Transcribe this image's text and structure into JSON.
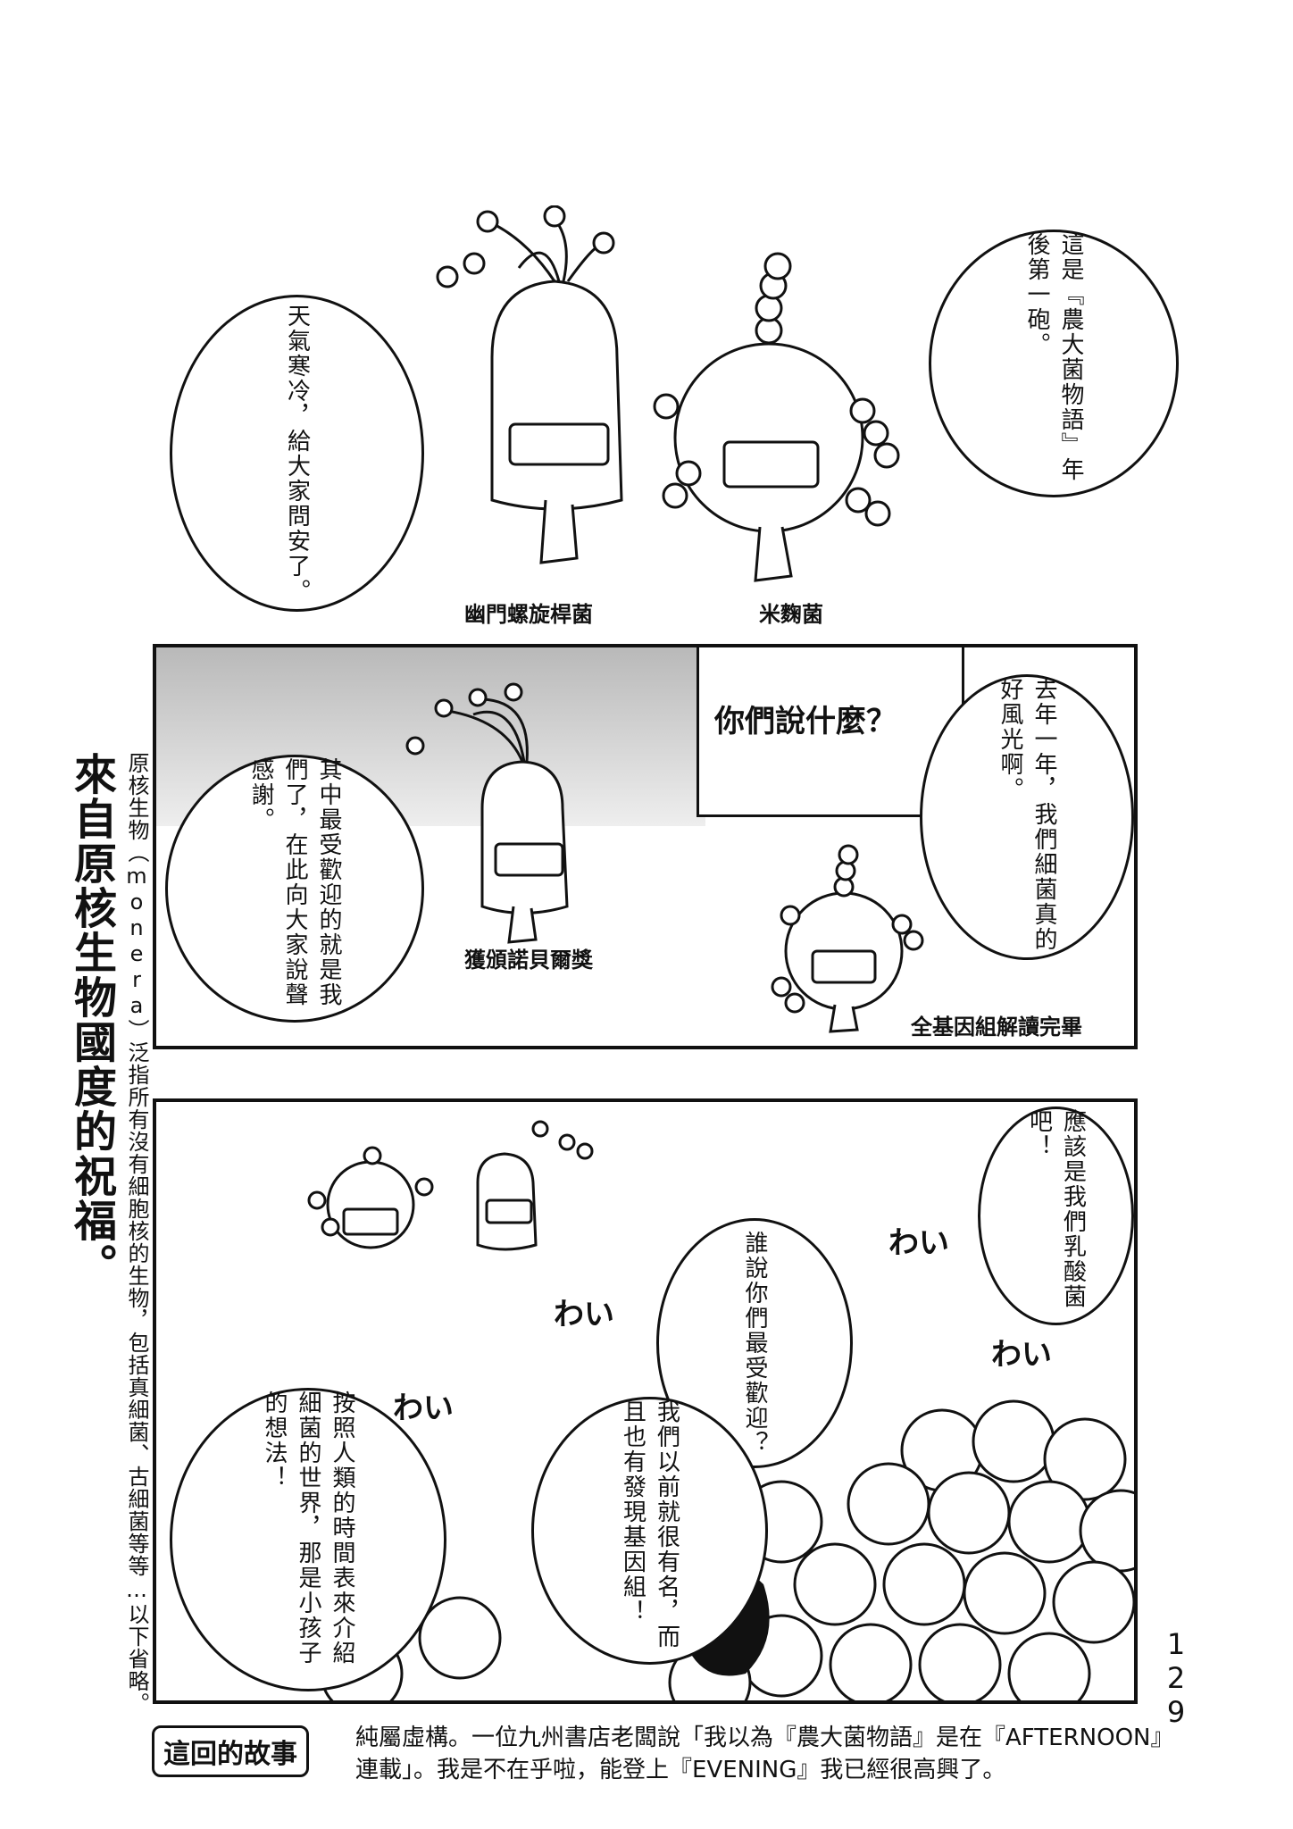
{
  "panel1": {
    "bubble_left": "天氣寒冷，給大家問安了。",
    "bubble_right": "這是『農大菌物語』年後第一砲。",
    "label_left": "幽門螺旋桿菌",
    "label_right": "米麴菌"
  },
  "panel2": {
    "bubble_left": "其中最受歡迎的就是我們了，在此向大家說聲感謝。",
    "bubble_right": "去年一年，我們細菌真的好風光啊。",
    "shout": "你們說什麼？",
    "label_left": "獲頒諾貝爾獎",
    "label_right": "全基因組解讀完畢"
  },
  "panel3": {
    "bubble_top_right": "應該是我們乳酸菌吧！",
    "bubble_middle": "誰說你們最受歡迎？",
    "bubble_bottom_left": "按照人類的時間表來介紹細菌的世界，那是小孩子的想法！",
    "bubble_bottom_center": "我們以前就很有名，而且也有發現基因組！",
    "sfx": [
      "わい",
      "わい",
      "わい",
      "わい"
    ]
  },
  "side": {
    "title": "來自原核生物國度的祝福。",
    "note": "原核生物（monera）泛指所有沒有細胞核的生物，包括真細菌、古細菌等等…以下省略。"
  },
  "page_number": "129",
  "footer": {
    "badge": "這回的故事",
    "text_line1": "純屬虛構。一位九州書店老闆說「我以為『農大菌物語』是在『AFTERNOON』",
    "text_line2": "連載」。我是不在乎啦，能登上『EVENING』我已經很高興了。"
  }
}
